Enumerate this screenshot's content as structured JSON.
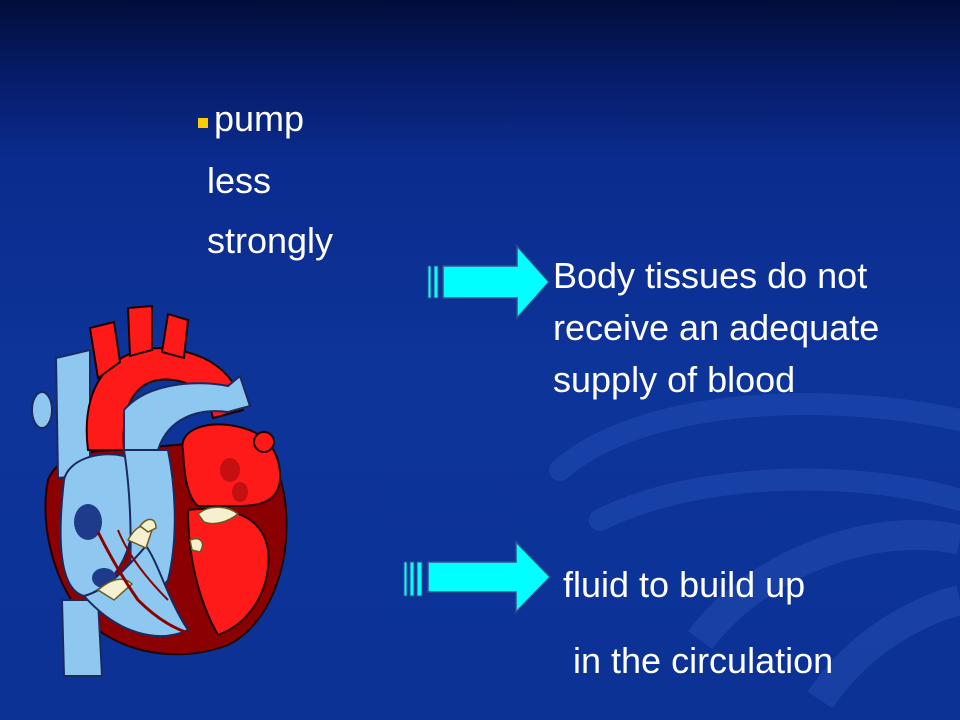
{
  "slide": {
    "colors": {
      "background": "#0c3296",
      "text": "#ffffff",
      "bullet": "#ffcc00",
      "arrow": "#00ffff"
    },
    "bullet_lines": [
      "pump",
      "less",
      "strongly"
    ],
    "effects": [
      {
        "lines": [
          "Body tissues do not",
          "receive an adequate",
          "supply of blood"
        ]
      },
      {
        "lines": [
          "fluid to build up",
          "in the circulation"
        ]
      }
    ],
    "illustration": {
      "icon": "heart-diagram-icon",
      "colors": {
        "oxygenated": "#ff1a1a",
        "deoxygenated": "#8ec8f0",
        "muscle": "#8b0000",
        "valves": "#f5f0d0"
      }
    }
  }
}
